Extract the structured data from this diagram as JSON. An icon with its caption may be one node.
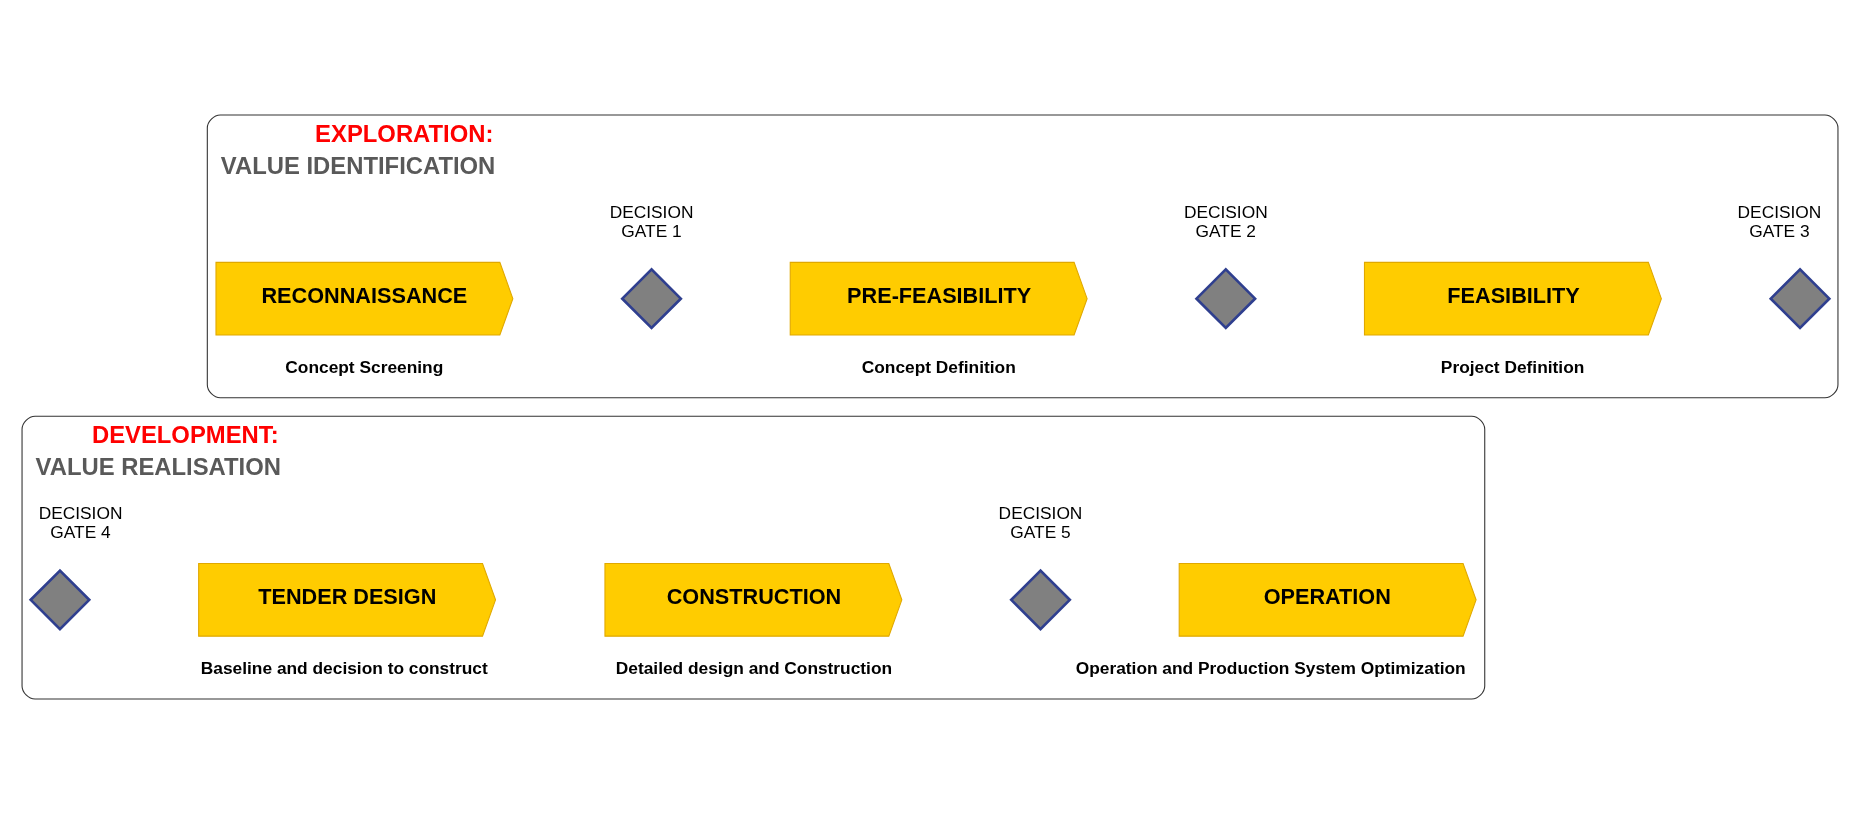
{
  "diagram": {
    "nodes": [
      {
        "text": [
          "EXPLORATION:",
          "VALUE IDENTIFICATION"
        ]
      },
      {
        "text": [
          "RECONNAISSANCE"
        ],
        "beside": [
          "Concept Screening"
        ],
        "in": 0
      },
      {
        "text": [],
        "shape": "diamond",
        "beside": [
          "DECISION GATE 1"
        ],
        "in": 0
      },
      {
        "text": [
          "PRE-FEASIBILITY"
        ],
        "beside": [
          "Concept Definition"
        ],
        "in": 0
      },
      {
        "text": [],
        "shape": "diamond",
        "beside": [
          "DECISION GATE 2"
        ],
        "in": 0
      },
      {
        "text": [
          "FEASIBILITY"
        ],
        "beside": [
          "Project Definition"
        ],
        "in": 0
      },
      {
        "text": [],
        "shape": "diamond",
        "beside": [
          "DECISION GATE 3"
        ],
        "in": 0
      },
      {
        "text": [
          "DEVELOPMENT:",
          "VALUE REALISATION"
        ]
      },
      {
        "text": [
          "TENDER DESIGN"
        ],
        "beside": [
          "Baseline and decision to construct"
        ],
        "in": 7
      },
      {
        "text": [],
        "shape": "diamond",
        "beside": [
          "DECISION GATE 4"
        ],
        "in": 7
      },
      {
        "text": [
          "CONSTRUCTION"
        ],
        "beside": [
          "Detailed design and Construction"
        ],
        "in": 7
      },
      {
        "text": [],
        "shape": "diamond",
        "beside": [
          "DECISION GATE 5"
        ],
        "in": 7
      },
      {
        "text": [
          "OPERATION"
        ],
        "beside": [
          "Operation and Production System Optimization"
        ],
        "in": 7
      }
    ],
    "edges": []
  }
}
